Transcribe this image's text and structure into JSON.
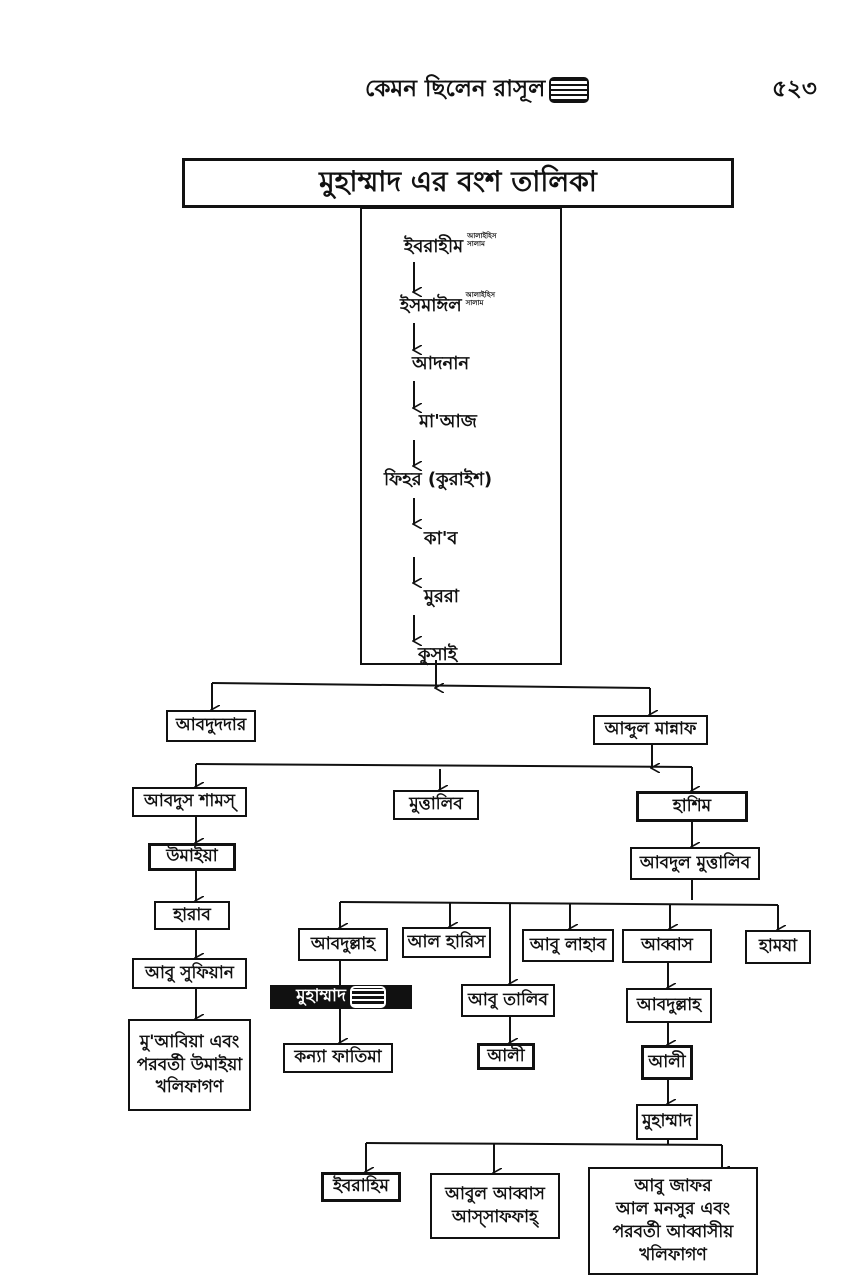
{
  "header": {
    "title": "কেমন ছিলেন রাসূল",
    "page_number": "৫২৩"
  },
  "tree": {
    "title": "মুহাম্মাদ এর বংশ তালিকা",
    "seal_small_text": [
      "আলাইহিস",
      "সালাম"
    ],
    "chain": [
      "ইবরাহীম",
      "ইসমাঈল",
      "আদনান",
      "মা'আজ",
      "ফিহর (কুরাইশ)",
      "কা'ব",
      "মুররা",
      "কুসাই"
    ],
    "nodes": {
      "abdud_dar": "আবদুদদার",
      "abd_manaf": "আব্দুল মান্নাফ",
      "abd_shams": "আবদুস শামস্",
      "muttalib": "মুত্তালিব",
      "hashim": "হাশিম",
      "umayya": "উমাইয়া",
      "harb": "হারাব",
      "abu_sufyan": "আবু সুফিয়ান",
      "muawiya": [
        "মু'আবিয়া এবং",
        "পরবর্তী উমাইয়া",
        "খলিফাগণ"
      ],
      "abd_al_muttalib": "আবদুল মুত্তালিব",
      "abdullah": "আবদুল্লাহ",
      "al_harith": "আল হারিস",
      "abu_lahab": "আবু লাহাব",
      "abbas": "আব্বাস",
      "hamza": "হামযা",
      "muhammad_saw": "মুহাম্মাদ",
      "abu_talib": "আবু তালিব",
      "fatima": "কন্যা ফাতিমা",
      "ali": "আলী",
      "abdullah_2": "আবদুল্লাহ",
      "ali_2": "আলী",
      "muhammad_2": "মুহাম্মাদ",
      "ibrahim": "ইবরাহিম",
      "abul_abbas": [
        "আবুল আব্বাস",
        "আস্‌সাফফাহ্"
      ],
      "abu_jafar": [
        "আবু জাফর",
        "আল মনসুর এবং",
        "পরবর্তী আব্বাসীয়",
        "খলিফাগণ"
      ]
    }
  }
}
